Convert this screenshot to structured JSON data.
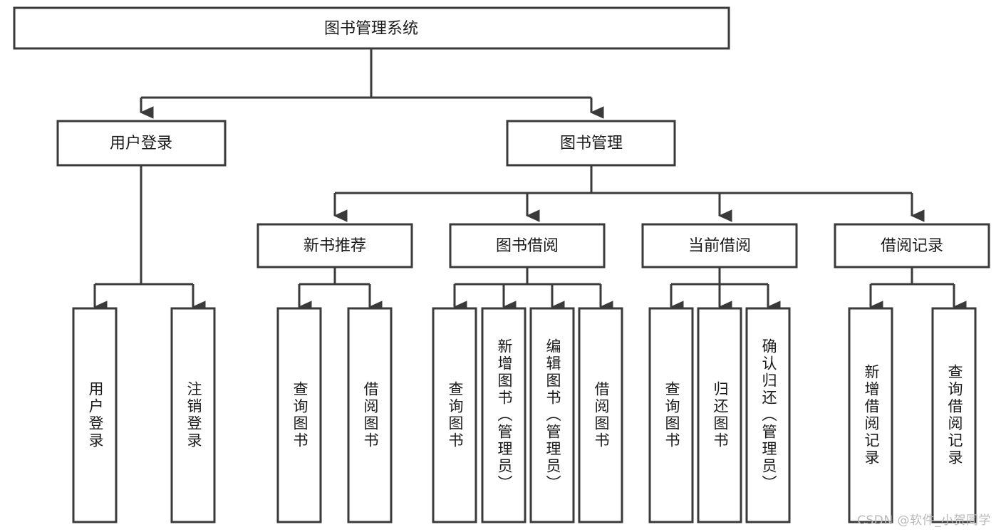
{
  "diagram": {
    "title": "图书管理系统",
    "type": "hierarchy-tree",
    "root": {
      "id": "root",
      "label": "图书管理系统",
      "orientation": "horizontal"
    },
    "level2": [
      {
        "id": "user-login",
        "label": "用户登录",
        "orientation": "horizontal"
      },
      {
        "id": "book-management",
        "label": "图书管理",
        "orientation": "horizontal"
      }
    ],
    "level3": [
      {
        "id": "new-book-recommend",
        "label": "新书推荐",
        "orientation": "horizontal",
        "parent": "book-management"
      },
      {
        "id": "book-borrow",
        "label": "图书借阅",
        "orientation": "horizontal",
        "parent": "book-management"
      },
      {
        "id": "current-borrow",
        "label": "当前借阅",
        "orientation": "horizontal",
        "parent": "book-management"
      },
      {
        "id": "borrow-record",
        "label": "借阅记录",
        "orientation": "horizontal",
        "parent": "book-management"
      }
    ],
    "leaves": [
      {
        "id": "leaf-user-login",
        "label": "用户登录",
        "orientation": "vertical",
        "parent": "user-login"
      },
      {
        "id": "leaf-user-logout",
        "label": "注销登录",
        "orientation": "vertical",
        "parent": "user-login"
      },
      {
        "id": "leaf-query-book-1",
        "label": "查询图书",
        "orientation": "vertical",
        "parent": "new-book-recommend"
      },
      {
        "id": "leaf-borrow-book-1",
        "label": "借阅图书",
        "orientation": "vertical",
        "parent": "new-book-recommend"
      },
      {
        "id": "leaf-query-book-2",
        "label": "查询图书",
        "orientation": "vertical",
        "parent": "book-borrow"
      },
      {
        "id": "leaf-add-book",
        "label": "新增图书（管理员）",
        "orientation": "vertical",
        "parent": "book-borrow"
      },
      {
        "id": "leaf-edit-book",
        "label": "编辑图书（管理员）",
        "orientation": "vertical",
        "parent": "book-borrow"
      },
      {
        "id": "leaf-borrow-book-2",
        "label": "借阅图书",
        "orientation": "vertical",
        "parent": "book-borrow"
      },
      {
        "id": "leaf-query-book-3",
        "label": "查询图书",
        "orientation": "vertical",
        "parent": "current-borrow"
      },
      {
        "id": "leaf-return-book",
        "label": "归还图书",
        "orientation": "vertical",
        "parent": "current-borrow"
      },
      {
        "id": "leaf-confirm-return",
        "label": "确认归还（管理员）",
        "orientation": "vertical",
        "parent": "current-borrow"
      },
      {
        "id": "leaf-add-record",
        "label": "新增借阅记录",
        "orientation": "vertical",
        "parent": "borrow-record"
      },
      {
        "id": "leaf-query-record",
        "label": "查询借阅记录",
        "orientation": "vertical",
        "parent": "borrow-record"
      }
    ],
    "colors": {
      "stroke": "#3a3a3a",
      "fill": "#ffffff",
      "text": "#1a1a1a",
      "watermark": "#b9b9b9"
    }
  },
  "watermark": {
    "text": "CSDN @软件_小贺同学"
  }
}
